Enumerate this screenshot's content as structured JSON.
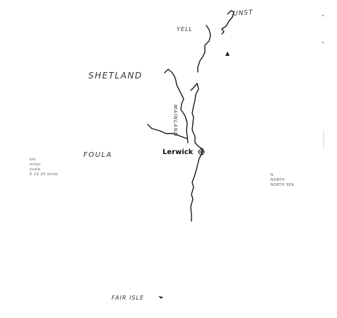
{
  "map": {
    "background": "#ffffff",
    "ink": "#222222",
    "labels": {
      "unst": "UNST",
      "yell": "YELL",
      "shetland": "SHETLAND",
      "mainland": "MAINLAND",
      "foula": "FOULA",
      "lerwick": "Lerwick",
      "fair_isle": "FAIR ISLE"
    },
    "markers": {
      "lerwick_symbol": "circled-cross-icon"
    },
    "legend_left": [
      "km",
      "miles",
      "scale",
      "0 10 20 miles"
    ],
    "legend_right": [
      "N",
      "NORTH",
      "NORTH SEA"
    ]
  }
}
